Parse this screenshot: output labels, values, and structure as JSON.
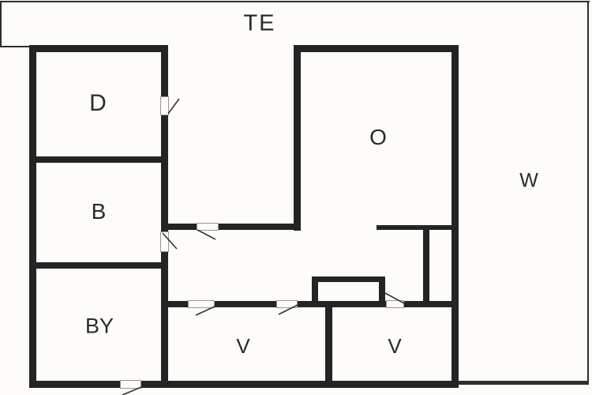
{
  "title": "floor-plan",
  "colors": {
    "wall": "#242424",
    "thin_line": "#2e2e2e",
    "background": "#fdfcf8",
    "door_swing": "#333333",
    "label_text": "#2b2b2b"
  },
  "rooms": {
    "te": {
      "label": "TE"
    },
    "d": {
      "label": "D"
    },
    "b": {
      "label": "B"
    },
    "by": {
      "label": "BY"
    },
    "v1": {
      "label": "V"
    },
    "v2": {
      "label": "V"
    },
    "o": {
      "label": "O"
    },
    "w": {
      "label": "W"
    }
  }
}
